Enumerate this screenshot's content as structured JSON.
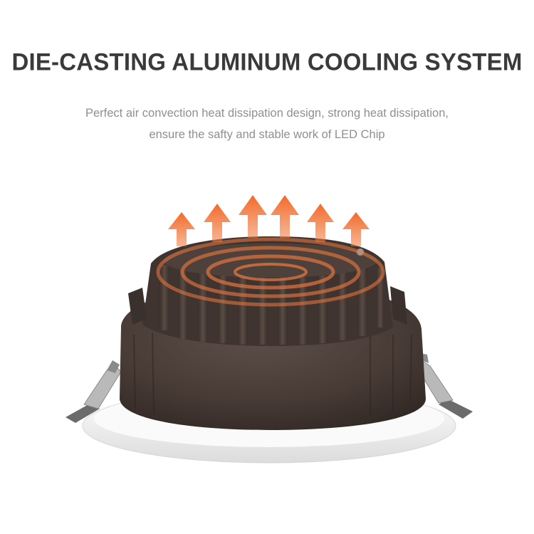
{
  "headline": "DIE-CASTING ALUMINUM COOLING SYSTEM",
  "description": {
    "line1": "Perfect air convection heat dissipation design, strong heat dissipation,",
    "line2": "ensure the safty and stable work of LED Chip"
  },
  "product": {
    "name": "LED downlight",
    "body_color": "#4a3d38",
    "trim_color": "#f4f4f4",
    "heat_color": "#f07a3e",
    "spring_color": "#9a9a9a"
  },
  "icons": [
    "heat-arrow-icon",
    "heat-wave-icon"
  ]
}
